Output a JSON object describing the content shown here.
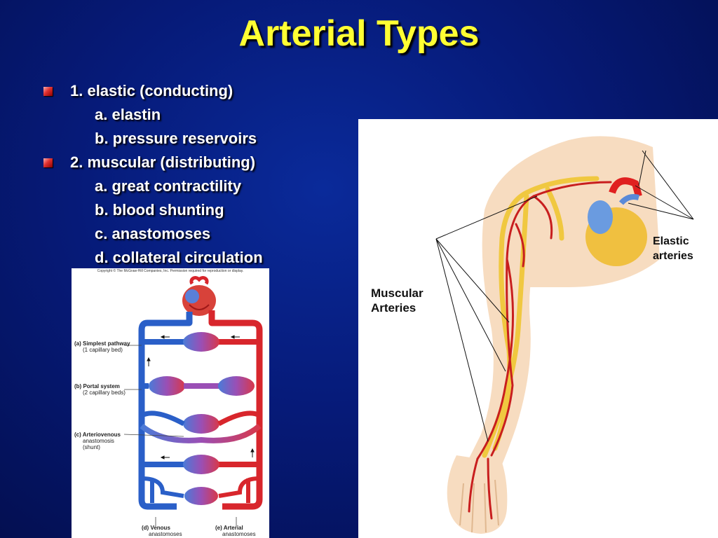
{
  "slide": {
    "title": "Arterial Types",
    "bullets": [
      {
        "text": "1.  elastic (conducting)",
        "subs": [
          "a.  elastin",
          "b.  pressure reservoirs"
        ]
      },
      {
        "text": "2.  muscular (distributing)",
        "subs": [
          "a.  great contractility",
          "b.  blood shunting",
          "c.  anastomoses",
          "d.  collateral circulation"
        ]
      }
    ]
  },
  "circulation_figure": {
    "copyright": "Copyright © The McGraw-Hill Companies, Inc. Permission required for reproduction or display.",
    "labels": {
      "a_main": "(a) Simplest pathway",
      "a_sub": "(1 capillary bed)",
      "b_main": "(b) Portal system",
      "b_sub": "(2 capillary beds)",
      "c_main": "(c) Arteriovenous",
      "c_sub1": "anastomosis",
      "c_sub2": "(shunt)",
      "d_main": "(d) Venous",
      "d_sub": "anastomoses",
      "e_main": "(e) Arterial",
      "e_sub": "anastomoses"
    },
    "colors": {
      "vein": "#2a5fc8",
      "artery": "#d8262c",
      "capillary": "#9a4fb5"
    }
  },
  "arm_figure": {
    "elastic_label": [
      "Elastic",
      "arteries"
    ],
    "muscular_label": [
      "Muscular",
      "Arteries"
    ],
    "colors": {
      "skin": "#f7dcc0",
      "vessel": "#c81e1e",
      "nerve": "#f0c840"
    }
  }
}
